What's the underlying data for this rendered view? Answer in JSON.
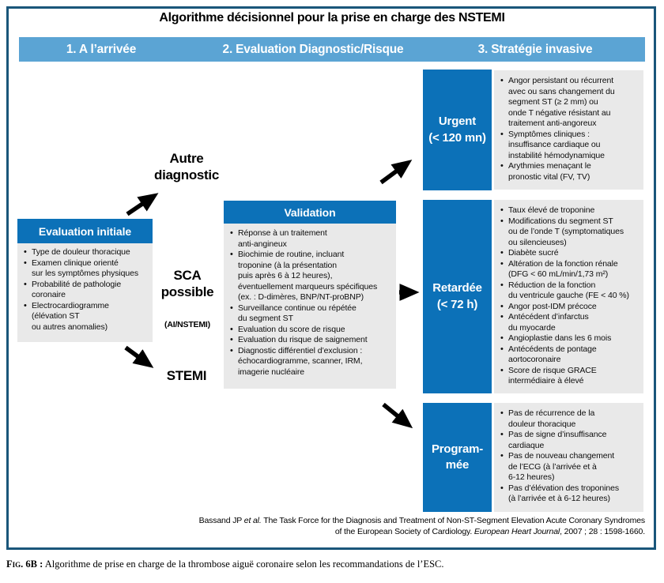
{
  "figure": {
    "title": "Algorithme décisionnel pour la prise en charge des NSTEMI",
    "columns": {
      "col1": "1. A l’arrivée",
      "col2": "2. Evaluation Diagnostic/Risque",
      "col3": "3. Stratégie invasive"
    }
  },
  "evaluation_initiale": {
    "title": "Evaluation initiale",
    "items": [
      "Type de douleur thoracique",
      "Examen clinique orienté\nsur les symptômes physiques",
      "Probabilité de pathologie\ncoronaire",
      "Electrocardiogramme\n(élévation ST\nou autres anomalies)"
    ]
  },
  "validation": {
    "title": "Validation",
    "items": [
      "Réponse à un traitement\nanti-angineux",
      "Biochimie de routine, incluant\ntroponine (à la présentation\npuis après 6 à 12 heures),\néventuellement marqueurs spécifiques\n(ex. : D-dimères, BNP/NT-proBNP)",
      "Surveillance continue ou répétée\ndu segment ST",
      "Evaluation du score de risque",
      "Evaluation du risque de saignement",
      "Diagnostic différentiel d’exclusion :\néchocardiogramme, scanner, IRM,\nimagerie nucléaire"
    ]
  },
  "labels": {
    "autre_diagnostic": "Autre\ndiagnostic",
    "sca_possible": "SCA\npossible",
    "sca_sub": "(AI/NSTEMI)",
    "stemi": "STEMI"
  },
  "strategies": {
    "urgent": {
      "label": "Urgent\n(< 120 mn)",
      "items": [
        "Angor persistant ou récurrent\navec ou sans changement du\nsegment ST (≥ 2 mm) ou\nonde T négative résistant au\ntraitement anti-angoreux",
        "Symptômes cliniques :\ninsuffisance cardiaque ou\ninstabilité hémodynamique",
        "Arythmies menaçant le\npronostic vital (FV, TV)"
      ]
    },
    "retardee": {
      "label": "Retardée\n(< 72 h)",
      "items": [
        "Taux élevé de troponine",
        "Modifications du segment ST\nou de l’onde T (symptomatiques\nou silencieuses)",
        "Diabète sucré",
        "Altération de la fonction rénale\n(DFG < 60 mL/min/1,73 m²)",
        "Réduction de la fonction\ndu ventricule gauche (FE < 40 %)",
        "Angor post-IDM précoce",
        "Antécédent d’infarctus\ndu myocarde",
        "Angioplastie dans les 6 mois",
        "Antécédents de pontage\naortocoronaire",
        "Score de risque GRACE\nintermédiaire à élevé"
      ]
    },
    "programmee": {
      "label": "Program-\nmée",
      "items": [
        "Pas de récurrence de la\ndouleur thoracique",
        "Pas de signe d’insuffisance\ncardiaque",
        "Pas de nouveau changement\nde l’ECG (à l’arrivée et à\n6-12 heures)",
        "Pas d’élévation des troponines\n(à l’arrivée et à 6-12 heures)"
      ]
    }
  },
  "citation": {
    "part1": "Bassand JP ",
    "etal": "et al.",
    "part2": " The Task Force for the Diagnosis and Treatment of Non-ST-Segment Elevation Acute Coronary Syndromes",
    "part3": "of the European Society of Cardiology. ",
    "journal": "European Heart Journal",
    "part4": ", 2007 ; 28 : 1598-1660."
  },
  "caption": {
    "label": "Fig. 6B :",
    "text": " Algorithme de prise en charge de la thrombose aiguë coronaire selon les recommandations de l’ESC."
  },
  "colors": {
    "frame_border": "#1a567a",
    "band_blue": "#5ba4d4",
    "box_blue": "#0c71b8",
    "box_gray": "#e9e9e9",
    "arrow": "#000000"
  }
}
